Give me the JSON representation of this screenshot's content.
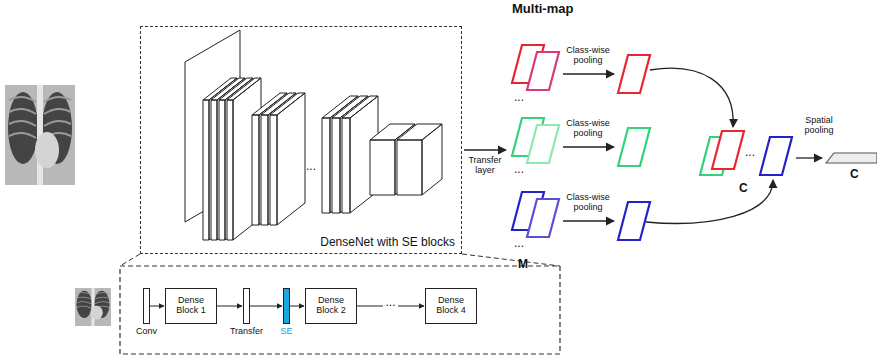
{
  "diagram": {
    "nodes": [
      {
        "text": [
          "DenseNet with SE blocks"
        ]
      },
      {
        "text": [
          "Conv"
        ]
      },
      {
        "text": [
          "Dense Block 1"
        ]
      },
      {
        "text": [
          "Transfer"
        ]
      },
      {
        "text": [
          "SE"
        ]
      },
      {
        "text": [
          "Dense Block 2"
        ]
      },
      {
        "text": [
          "Dense Block 4"
        ]
      }
    ],
    "edges": [
      {
        "from": 1,
        "to": 2,
        "arrow": "to"
      },
      {
        "from": 2,
        "to": 3,
        "arrow": "to"
      },
      {
        "from": 3,
        "to": 4,
        "arrow": "to"
      },
      {
        "from": 4,
        "to": 5,
        "arrow": "to"
      },
      {
        "from": 5,
        "to": 6,
        "label": "...",
        "arrow": "to"
      }
    ],
    "labels": [
      "Multi-map",
      "...",
      "Class-wise pooling",
      "Class-wise pooling",
      "Class-wise pooling",
      "Transfer layer",
      "...",
      "...",
      "...",
      "M",
      "...",
      "C",
      "Spatial pooling",
      "C"
    ]
  }
}
